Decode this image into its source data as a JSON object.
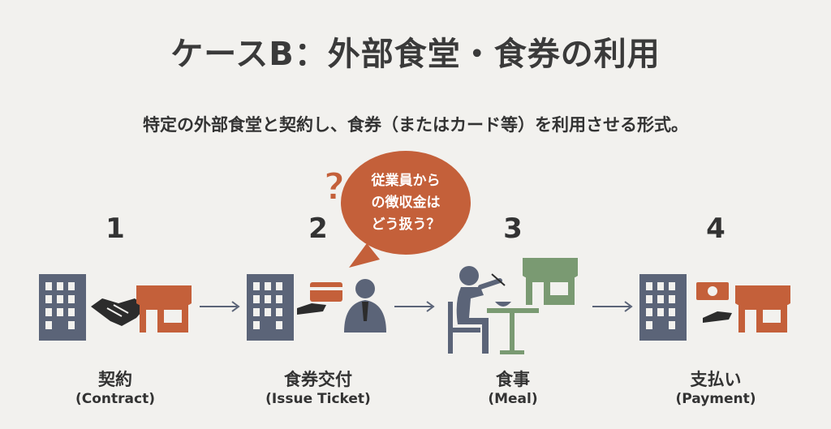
{
  "title": "ケースB：外部食堂・食券の利用",
  "subtitle": "特定の外部食堂と契約し、食券（またはカード等）を利用させる形式。",
  "callout": {
    "lines": [
      "従業員から",
      "の徴収金は",
      "どう扱う？"
    ],
    "symbol": "?"
  },
  "steps": [
    {
      "number": "1",
      "label_ja": "契約",
      "label_en": "(Contract)",
      "icons": [
        "building-icon",
        "handshake-icon",
        "store-icon"
      ]
    },
    {
      "number": "2",
      "label_ja": "食券交付",
      "label_en": "(Issue Ticket)",
      "icons": [
        "building-icon",
        "hand-card-icon",
        "employee-icon"
      ]
    },
    {
      "number": "3",
      "label_ja": "食事",
      "label_en": "(Meal)",
      "icons": [
        "diner-icon",
        "table-bowl-icon",
        "store-icon"
      ]
    },
    {
      "number": "4",
      "label_ja": "支払い",
      "label_en": "(Payment)",
      "icons": [
        "building-icon",
        "hand-money-icon",
        "store-icon"
      ]
    }
  ],
  "colors": {
    "background": "#f2f1ee",
    "building": "#5b6478",
    "store": "#c4603a",
    "store_green": "#7a9a72",
    "bubble": "#c4603a",
    "arrow": "#5b6478",
    "text": "#333333"
  }
}
